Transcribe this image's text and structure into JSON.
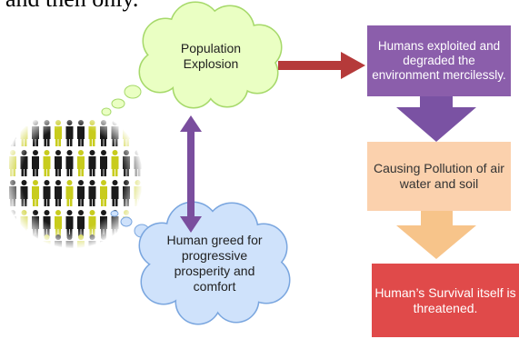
{
  "header_fragment": "and then only.",
  "nodes": {
    "population": {
      "text": "Population Explosion",
      "fill": "#eaffc3",
      "stroke": "#a6d96a",
      "color": "#1f1f1f"
    },
    "greed": {
      "text": "Human greed for progressive prosperity and comfort",
      "fill": "#cfe2fb",
      "stroke": "#7aa6df",
      "color": "#1f1f1f"
    },
    "exploited": {
      "text": "Humans exploited and degraded the environment mercilessly.",
      "fill": "#8b5eab",
      "color": "#ffffff"
    },
    "pollution": {
      "text": "Causing Pollution of air water and soil",
      "fill": "#fbd1ad",
      "color": "#333333"
    },
    "survival": {
      "text": "Human’s Survival itself is threatened.",
      "fill": "#e04a4a",
      "color": "#ffffff"
    }
  },
  "connectors": {
    "population_to_exploited": "#b53a3a",
    "population_greed_link": "#7a4e9e",
    "exploited_to_pollution": "#7a52a3",
    "pollution_to_survival": "#f7c48a"
  },
  "crowd": {
    "dark": "#1a1a1a",
    "accent": "#c8cc1d"
  }
}
